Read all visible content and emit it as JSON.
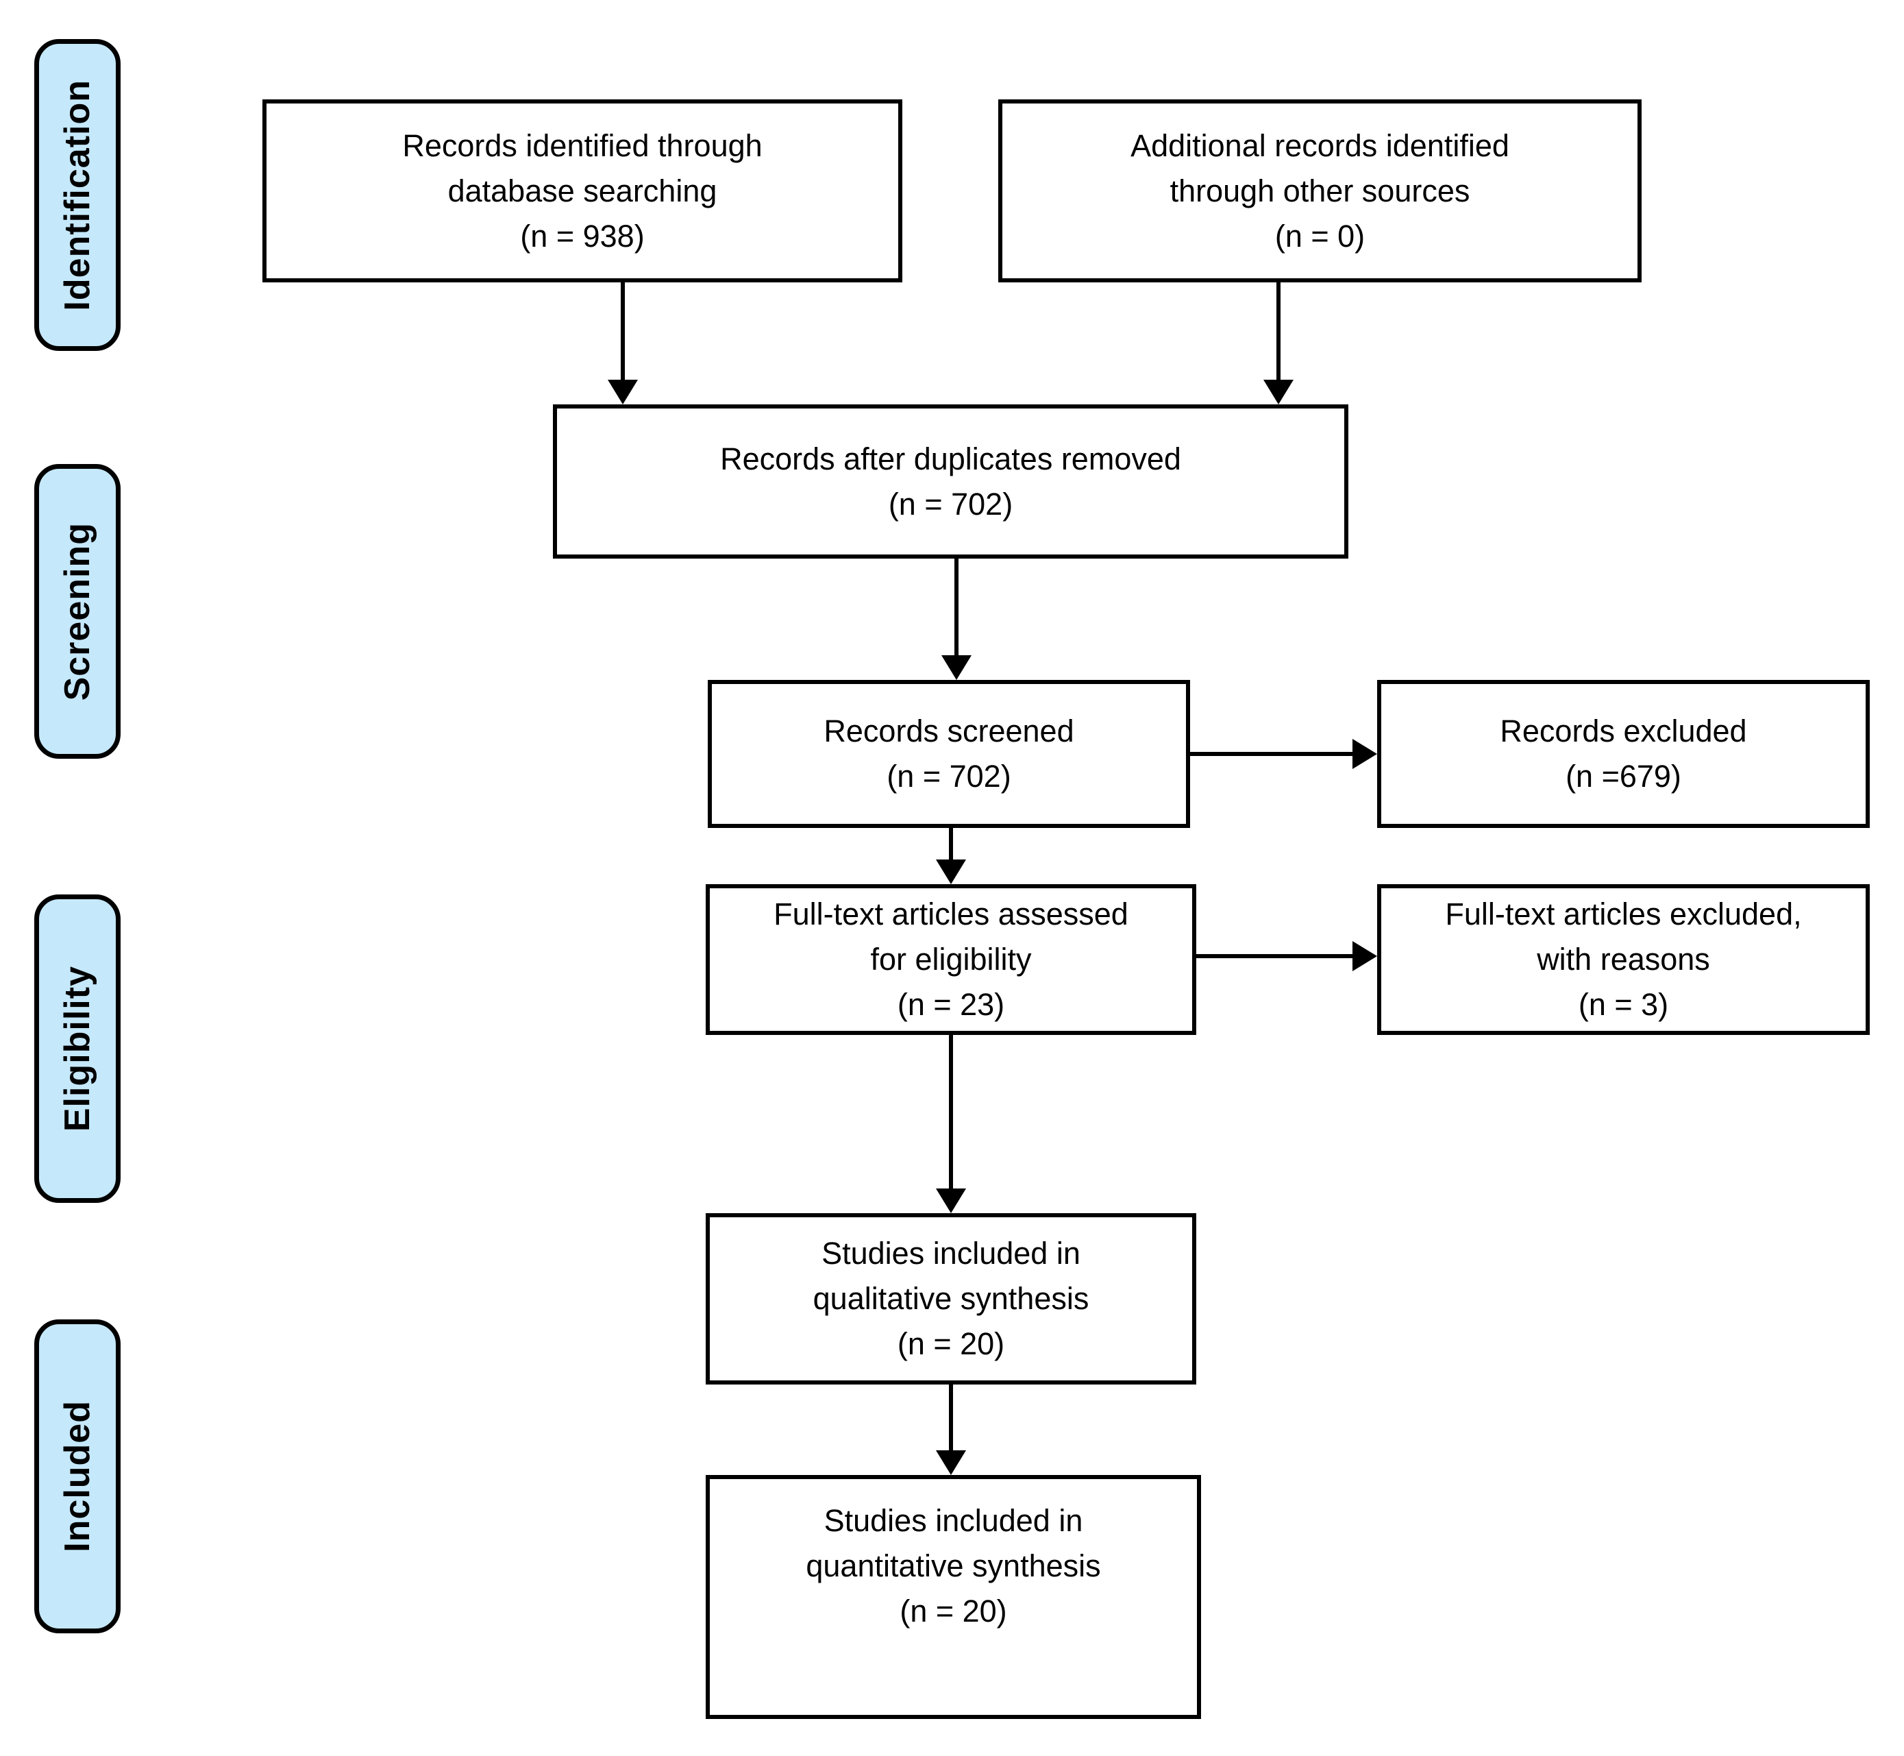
{
  "colors": {
    "background": "#FFFFFF",
    "stage_fill": "#C5E8FA",
    "stage_border": "#000000",
    "box_fill": "#FFFFFF",
    "box_border": "#000000",
    "arrow": "#000000",
    "text": "#000000"
  },
  "stages": [
    {
      "label": "Identification"
    },
    {
      "label": "Screening"
    },
    {
      "label": "Eligibility"
    },
    {
      "label": "Included"
    }
  ],
  "boxes": {
    "records_identified": {
      "lines": [
        "Records identified through",
        "database searching",
        "(n = 938)"
      ]
    },
    "additional_records": {
      "lines": [
        "Additional records identified",
        "through other sources",
        "(n = 0)"
      ]
    },
    "duplicates_removed": {
      "lines": [
        "Records after duplicates removed",
        "(n = 702)"
      ]
    },
    "records_screened": {
      "lines": [
        "Records screened",
        "(n = 702)"
      ]
    },
    "records_excluded": {
      "lines": [
        "Records excluded",
        "(n =679)"
      ]
    },
    "fulltext_assessed": {
      "lines": [
        "Full-text articles assessed",
        "for eligibility",
        "(n = 23)"
      ]
    },
    "fulltext_excluded": {
      "lines": [
        "Full-text articles excluded,",
        "with reasons",
        "(n = 3)"
      ]
    },
    "qualitative_included": {
      "lines": [
        "Studies included in",
        "qualitative synthesis",
        "(n = 20)"
      ]
    },
    "quantitative_included": {
      "lines": [
        "Studies included in",
        "quantitative synthesis",
        "(n = 20)"
      ]
    }
  }
}
